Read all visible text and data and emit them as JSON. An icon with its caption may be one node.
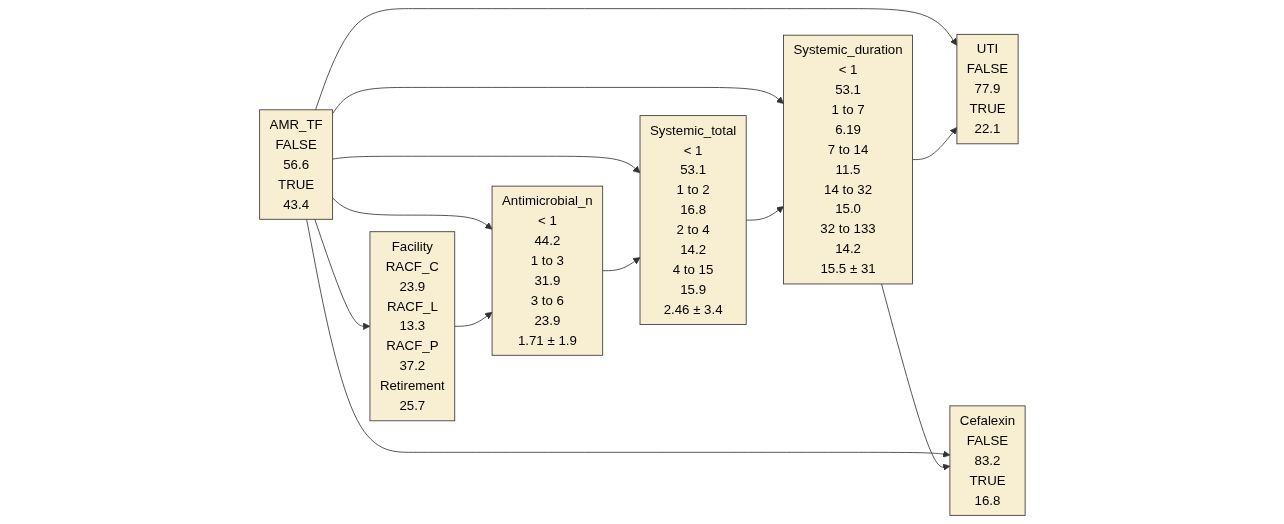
{
  "diagram": {
    "nodes": [
      {
        "text": [
          "Facility",
          "RACF_C",
          "23.9",
          "RACF_L",
          "13.3",
          "RACF_P",
          "37.2",
          "Retirement",
          "25.7"
        ]
      },
      {
        "text": [
          "AMR_TF",
          "FALSE",
          "56.6",
          "TRUE",
          "43.4"
        ]
      },
      {
        "text": [
          "UTI",
          "FALSE",
          "77.9",
          "TRUE",
          "22.1"
        ]
      },
      {
        "text": [
          "Antimicrobial_n",
          "< 1",
          "44.2",
          "1 to 3",
          "31.9",
          "3 to 6",
          "23.9",
          "1.71 ± 1.9"
        ]
      },
      {
        "text": [
          "Systemic_duration",
          "< 1",
          "53.1",
          "1 to 7",
          "6.19",
          "7 to 14",
          "11.5",
          "14 to 32",
          "15.0",
          "32 to 133",
          "14.2",
          "15.5 ± 31"
        ]
      },
      {
        "text": [
          "Systemic_total",
          "< 1",
          "53.1",
          "1 to 2",
          "16.8",
          "2 to 4",
          "14.2",
          "4 to 15",
          "15.9",
          "2.46 ± 3.4"
        ]
      },
      {
        "text": [
          "Cefalexin",
          "FALSE",
          "83.2",
          "TRUE",
          "16.8"
        ]
      }
    ],
    "edges": [
      {
        "from": 1,
        "to": 0,
        "arrow": "to"
      },
      {
        "from": 1,
        "to": 2,
        "arrow": "to"
      },
      {
        "from": 1,
        "to": 3,
        "arrow": "to"
      },
      {
        "from": 1,
        "to": 4,
        "arrow": "to"
      },
      {
        "from": 1,
        "to": 5,
        "arrow": "to"
      },
      {
        "from": 1,
        "to": 6,
        "arrow": "to"
      },
      {
        "from": 0,
        "to": 3,
        "arrow": "to"
      },
      {
        "from": 4,
        "to": 2,
        "arrow": "to"
      },
      {
        "from": 3,
        "to": 5,
        "arrow": "to"
      },
      {
        "from": 5,
        "to": 4,
        "arrow": "to"
      },
      {
        "from": 4,
        "to": 6,
        "arrow": "to"
      }
    ]
  }
}
